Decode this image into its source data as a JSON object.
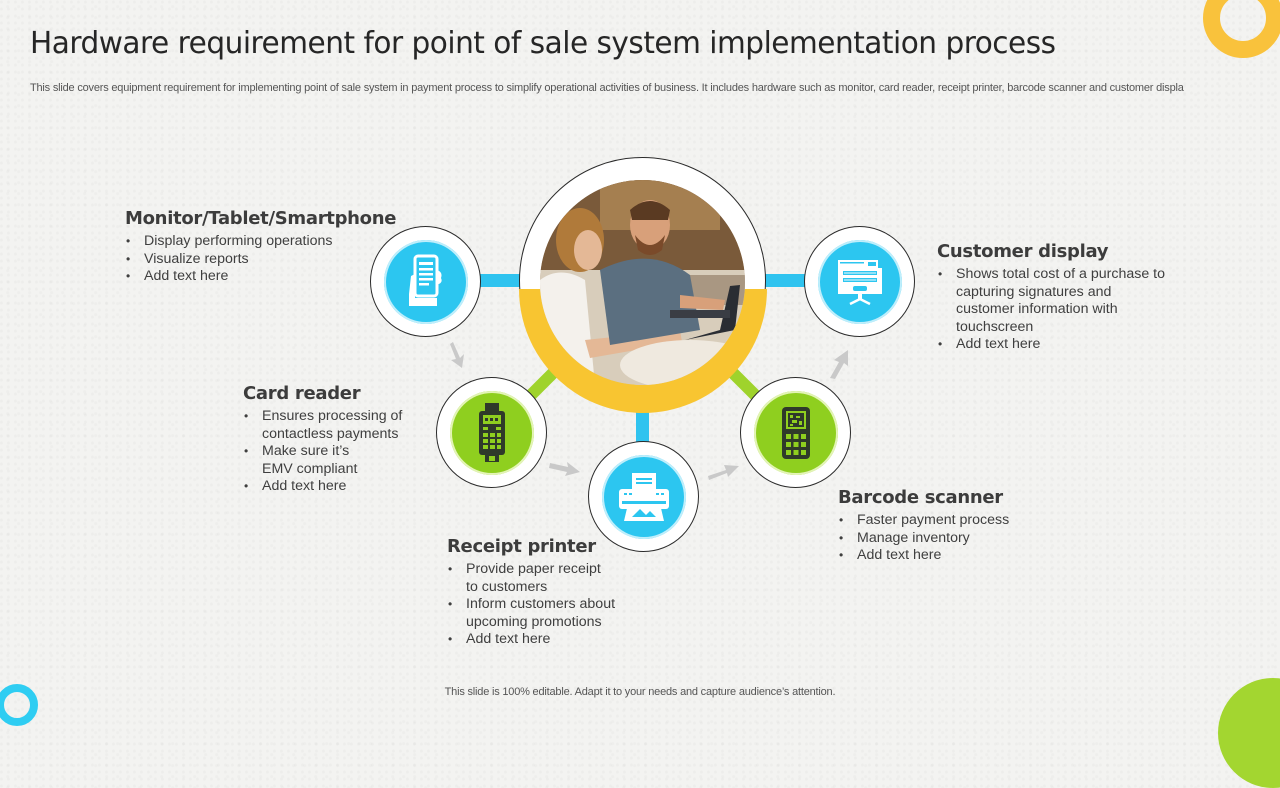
{
  "slide": {
    "title": "Hardware requirement for point of sale system implementation process",
    "subtitle": "This slide covers equipment requirement for implementing point of sale system in payment process to simplify operational activities of business. It includes hardware such as monitor, card reader, receipt printer, barcode scanner and customer displa",
    "footer": "This slide is 100% editable. Adapt it to your needs and capture audience’s attention."
  },
  "colors": {
    "cyan": "#2cc6f0",
    "green": "#8fcf1f",
    "yellow": "#f8c531",
    "text": "#3c3c3c"
  },
  "center": {
    "image": "people-working-on-laptops-photo"
  },
  "nodes": [
    {
      "id": "monitor",
      "title": "Monitor/Tablet/Smartphone",
      "icon": "smartphone-in-hand-icon",
      "color": "cyan",
      "bullets": [
        "Display performing operations",
        "Visualize reports",
        "Add text here"
      ]
    },
    {
      "id": "card-reader",
      "title": "Card reader",
      "icon": "card-payment-terminal-icon",
      "color": "green",
      "bullets": [
        "Ensures processing of contactless payments",
        "Make sure it’s EMV compliant",
        "Add text here"
      ]
    },
    {
      "id": "receipt-printer",
      "title": "Receipt printer",
      "icon": "printer-icon",
      "color": "cyan",
      "bullets": [
        "Provide paper receipt to customers",
        "Inform customers about upcoming promotions",
        "Add text here"
      ]
    },
    {
      "id": "barcode-scanner",
      "title": "Barcode scanner",
      "icon": "barcode-scanner-icon",
      "color": "green",
      "bullets": [
        "Faster payment process",
        "Manage inventory",
        "Add text here"
      ]
    },
    {
      "id": "customer-display",
      "title": "Customer display",
      "icon": "customer-display-screen-icon",
      "color": "cyan",
      "bullets": [
        "Shows total cost of a purchase to capturing signatures and customer information with touchscreen",
        "Add text here"
      ]
    }
  ]
}
